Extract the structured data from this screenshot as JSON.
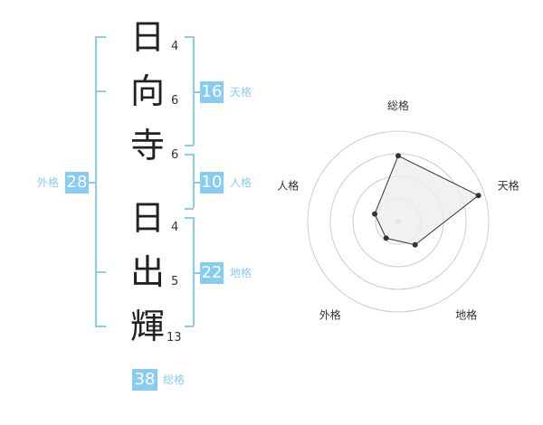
{
  "name": {
    "characters": [
      {
        "char": "日",
        "strokes": "4"
      },
      {
        "char": "向",
        "strokes": "6"
      },
      {
        "char": "寺",
        "strokes": "6"
      },
      {
        "char": "日",
        "strokes": "4"
      },
      {
        "char": "出",
        "strokes": "5"
      },
      {
        "char": "輝",
        "strokes": "13"
      }
    ]
  },
  "grids": {
    "tenkaku": {
      "value": "16",
      "label": "天格"
    },
    "jinkaku": {
      "value": "10",
      "label": "人格"
    },
    "chikaku": {
      "value": "22",
      "label": "地格"
    },
    "gaikaku": {
      "value": "28",
      "label": "外格"
    },
    "soukaku": {
      "value": "38",
      "label": "総格"
    }
  },
  "colors": {
    "accent": "#88ccf1",
    "text": "#222222",
    "radar_fill": "#eeeeee"
  },
  "chart_data": {
    "type": "radar",
    "axes": [
      "総格",
      "天格",
      "地格",
      "外格",
      "人格"
    ],
    "rings": 4,
    "values": [
      3.2,
      4.1,
      1.4,
      1.0,
      1.2
    ],
    "max": 4.4
  }
}
